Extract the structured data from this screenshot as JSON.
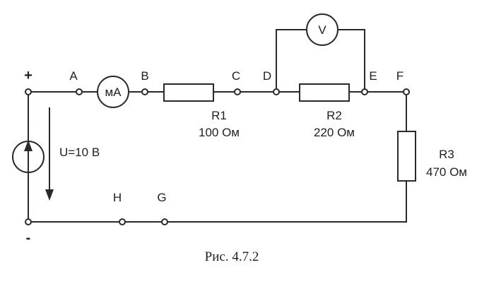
{
  "labels": {
    "plus": "+",
    "minus": "-",
    "A": "A",
    "B": "B",
    "C": "C",
    "D": "D",
    "E": "E",
    "F": "F",
    "G": "G",
    "H": "H"
  },
  "source": {
    "voltage": "U=10 В"
  },
  "ammeter": {
    "symbol": "мА"
  },
  "voltmeter": {
    "symbol": "V"
  },
  "resistors": {
    "r1": {
      "name": "R1",
      "value": "100 Ом"
    },
    "r2": {
      "name": "R2",
      "value": "220 Ом"
    },
    "r3": {
      "name": "R3",
      "value": "470 Ом"
    }
  },
  "caption": "Рис. 4.7.2"
}
